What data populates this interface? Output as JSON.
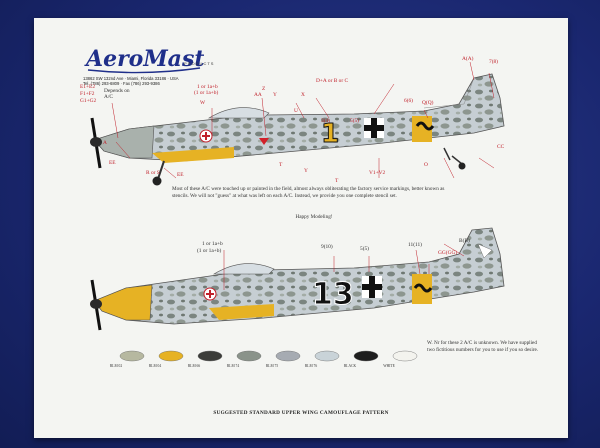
{
  "brand": {
    "name": "AeroMaster",
    "products": "PRODUCTS"
  },
  "address": {
    "line1": "13862 SW 132nd Ave · Miami, Florida 33186 · USA",
    "line2": "Tel. (786) 293-6809 · Fax (786) 293-9386"
  },
  "aircraft1": {
    "depends_note": "Depends on A/C",
    "stencil_codes": [
      "E1+E2",
      "F1+F2",
      "G1+G2"
    ],
    "callouts": {
      "A": "A",
      "EE_left": "EE",
      "R_or_S": "R or S",
      "EE_mid": "EE",
      "one_or_1a": "1 or 1a+b",
      "one_or_1a_paren": "(1 or 1a+b)",
      "W": "W",
      "AA": "AA",
      "Z": "Z",
      "Y": "Y",
      "X": "X",
      "T_left": "T",
      "T_mid": "T",
      "DABC": "D+A or B or C",
      "U": "U",
      "three_4": "3(4)",
      "five_5": "5(5)",
      "Y_mid": "Y",
      "six_6": "6(6)",
      "QQ": "Q(Q)",
      "V1V2": "V1+V2",
      "O": "O",
      "AA_top": "A(A)",
      "seven_8": "7(8)",
      "CC": "CC"
    },
    "fuselage_number": "1"
  },
  "text_note": "Most of these A/C were touched up or painted in the field, almost always obliterating the factory service markings, better known as stencils. We will not \"guess\" at what was left on each A/C. Instead, we provide you one complete stencil set.",
  "happy": "Happy Modeling!",
  "aircraft2": {
    "callouts": {
      "one_or_1a": "1 or 1a+b",
      "one_or_1a_paren": "(1 or 1a+b)",
      "nine_10": "9(10)",
      "five_5": "5(5)",
      "eleven_11": "11(11)",
      "BB": "B(B)",
      "GG": "GG(GG)"
    },
    "fuselage_number": "13"
  },
  "wnr_note": "W. Nr for these 2 A/C is unknown. We have supplied two fictitious numbers for you to use if you so desire.",
  "swatches": [
    {
      "label": "RLM 02",
      "color": "#b6b8a0"
    },
    {
      "label": "RLM 04",
      "color": "#e6b224"
    },
    {
      "label": "RLM 66",
      "color": "#3c3d3a"
    },
    {
      "label": "RLM 74",
      "color": "#8a938a"
    },
    {
      "label": "RLM 75",
      "color": "#a6abb2"
    },
    {
      "label": "RLM 76",
      "color": "#c9d3d8"
    },
    {
      "label": "BLACK",
      "color": "#1e1e1e"
    },
    {
      "label": "WHITE",
      "color": "#f3f3ee"
    }
  ],
  "footer": "SUGGESTED STANDARD UPPER WING CAMOUFLAGE PATTERN",
  "colors": {
    "background": "#1a2a6e",
    "sheet": "#f4f5f2",
    "red": "#c0202a",
    "yellow": "#e6b224"
  }
}
